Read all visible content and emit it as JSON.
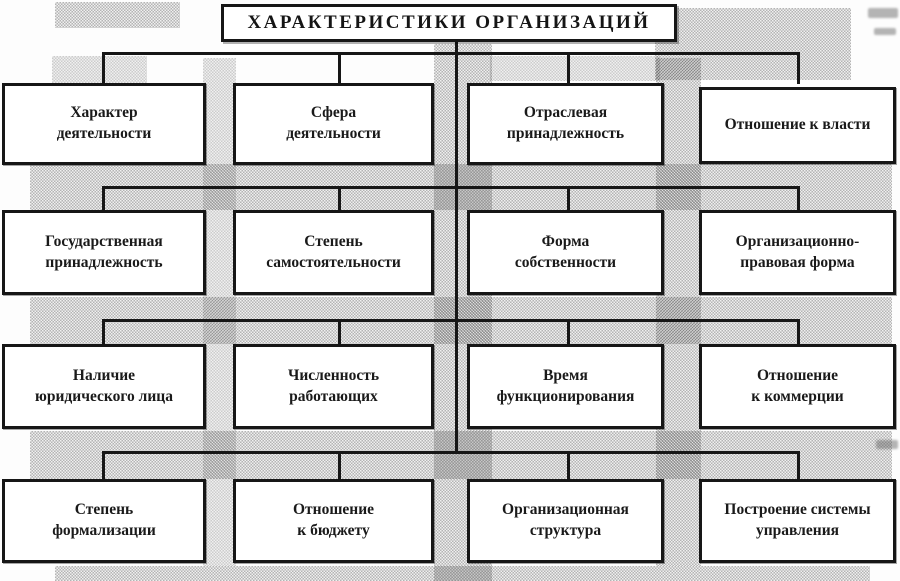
{
  "title": "ХАРАКТЕРИСТИКИ ОРГАНИЗАЦИЙ",
  "grid": {
    "rows": [
      {
        "cells": [
          {
            "label": "Характер\nдеятельности"
          },
          {
            "label": "Сфера\nдеятельности"
          },
          {
            "label": "Отраслевая\nпринадлежность"
          },
          {
            "label": "Отношение к власти"
          }
        ]
      },
      {
        "cells": [
          {
            "label": "Государственная\nпринадлежность"
          },
          {
            "label": "Степень\nсамостоятельности"
          },
          {
            "label": "Форма\nсобственности"
          },
          {
            "label": "Организационно-\nправовая форма"
          }
        ]
      },
      {
        "cells": [
          {
            "label": "Наличие\nюридического лица"
          },
          {
            "label": "Численность\nработающих"
          },
          {
            "label": "Время\nфункционирования"
          },
          {
            "label": "Отношение\nк коммерции"
          }
        ]
      },
      {
        "cells": [
          {
            "label": "Степень\nформализации"
          },
          {
            "label": "Отношение\nк бюджету"
          },
          {
            "label": "Организационная\nструктура"
          },
          {
            "label": "Построение системы\nуправления"
          }
        ]
      }
    ]
  },
  "colors": {
    "line": "#161616",
    "box_border": "#161616",
    "box_background": "#ffffff",
    "shade": "#c7c7c7",
    "page_background": "#fdfdfd"
  }
}
